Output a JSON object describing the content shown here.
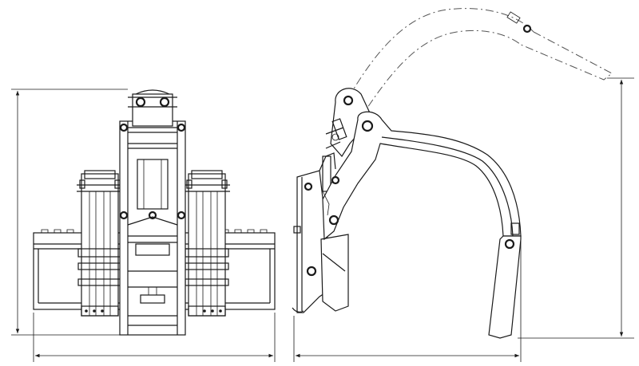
{
  "drawing": {
    "views": [
      {
        "id": "front-view"
      },
      {
        "id": "side-view"
      }
    ],
    "dimensions": [
      {
        "id": "front-height"
      },
      {
        "id": "front-width"
      },
      {
        "id": "side-width"
      },
      {
        "id": "side-height"
      }
    ],
    "colors": {
      "line": "#1a1a1a",
      "background": "#ffffff",
      "phantom": "#555555"
    }
  }
}
